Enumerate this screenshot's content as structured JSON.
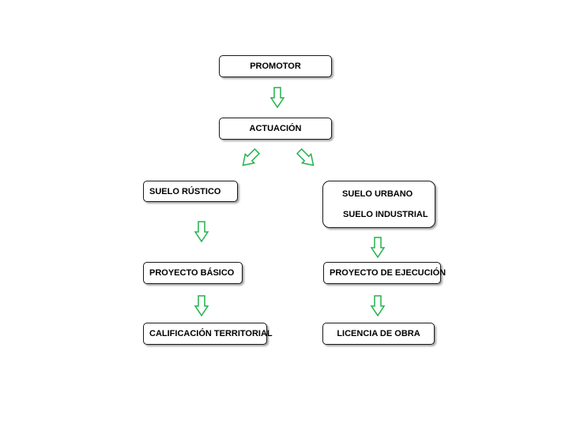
{
  "diagram": {
    "nodes": {
      "promotor": "PROMOTOR",
      "actuacion": "ACTUACIÓN",
      "suelo_rustico": "SUELO RÚSTICO",
      "suelo_urbano": "SUELO URBANO",
      "suelo_industrial": "SUELO INDUSTRIAL",
      "proyecto_basico": "PROYECTO BÁSICO",
      "proyecto_ejecucion": "PROYECTO DE EJECUCIÓN",
      "calificacion_territorial": "CALIFICACIÓN TERRITORIAL",
      "licencia_obra": "LICENCIA DE OBRA"
    },
    "edges": [
      {
        "from": "PROMOTOR",
        "to": "ACTUACIÓN"
      },
      {
        "from": "ACTUACIÓN",
        "to": "SUELO RÚSTICO"
      },
      {
        "from": "ACTUACIÓN",
        "to": "SUELO URBANO / SUELO INDUSTRIAL"
      },
      {
        "from": "SUELO RÚSTICO",
        "to": "PROYECTO BÁSICO"
      },
      {
        "from": "PROYECTO BÁSICO",
        "to": "CALIFICACIÓN TERRITORIAL"
      },
      {
        "from": "SUELO URBANO / SUELO INDUSTRIAL",
        "to": "PROYECTO DE EJECUCIÓN"
      },
      {
        "from": "PROYECTO DE EJECUCIÓN",
        "to": "LICENCIA DE OBRA"
      }
    ],
    "colors": {
      "arrow_stroke": "#22b24c",
      "box_border": "#1a1a1a",
      "text": "#000000"
    },
    "icons": {
      "arrow": "hollow-block-arrow-icon"
    }
  }
}
